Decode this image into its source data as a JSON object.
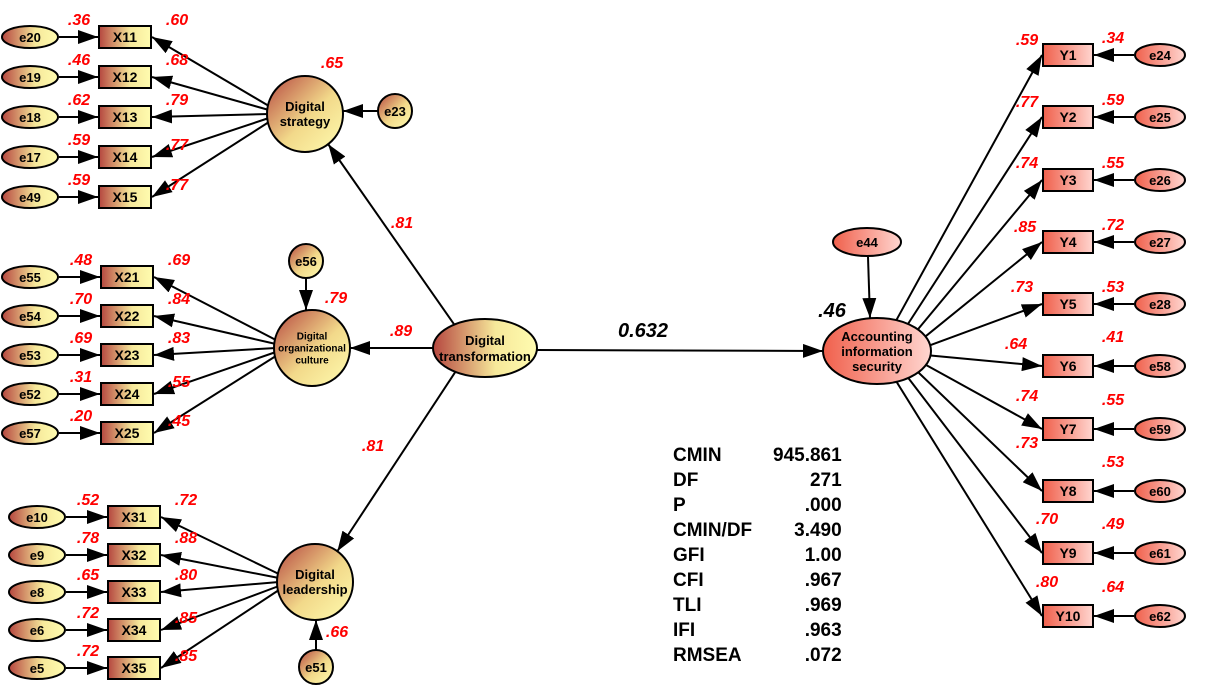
{
  "diagram": {
    "title": "Structural equation model",
    "colors": {
      "latent_left_dark": "#b5463f",
      "latent_left_light": "#fffcb0",
      "latent_right_dark": "#f0604c",
      "latent_right_light": "#ffd6d0",
      "coefficient": "#ff0000",
      "stroke": "#000000"
    },
    "exogenous": {
      "id": "DT",
      "label_lines": [
        "Digital",
        "transformation"
      ]
    },
    "endogenous": {
      "id": "AIS",
      "label_lines": [
        "Accounting",
        "information",
        "security"
      ],
      "r2": ".46",
      "disturbance": "e44"
    },
    "structural_path": {
      "from": "Digital transformation",
      "to": "Accounting information security",
      "coef": "0.632"
    },
    "second_order": [
      {
        "id": "DS",
        "label_lines": [
          "Digital",
          "strategy"
        ],
        "loading_from_dt": ".81",
        "r2": ".65",
        "disturbance": "e23",
        "indicators": [
          {
            "name": "X11",
            "error": "e20",
            "r2": ".36",
            "loading": ".60"
          },
          {
            "name": "X12",
            "error": "e19",
            "r2": ".46",
            "loading": ".68"
          },
          {
            "name": "X13",
            "error": "e18",
            "r2": ".62",
            "loading": ".79"
          },
          {
            "name": "X14",
            "error": "e17",
            "r2": ".59",
            "loading": ".77"
          },
          {
            "name": "X15",
            "error": "e49",
            "r2": ".59",
            "loading": ".77"
          }
        ]
      },
      {
        "id": "DOC",
        "label_lines": [
          "Digital",
          "organizational",
          "culture"
        ],
        "loading_from_dt": ".89",
        "r2": ".79",
        "disturbance": "e56",
        "indicators": [
          {
            "name": "X21",
            "error": "e55",
            "r2": ".48",
            "loading": ".69"
          },
          {
            "name": "X22",
            "error": "e54",
            "r2": ".70",
            "loading": ".84"
          },
          {
            "name": "X23",
            "error": "e53",
            "r2": ".69",
            "loading": ".83"
          },
          {
            "name": "X24",
            "error": "e52",
            "r2": ".31",
            "loading": ".55"
          },
          {
            "name": "X25",
            "error": "e57",
            "r2": ".20",
            "loading": ".45"
          }
        ]
      },
      {
        "id": "DL",
        "label_lines": [
          "Digital",
          "leadership"
        ],
        "loading_from_dt": ".81",
        "r2": ".66",
        "disturbance": "e51",
        "indicators": [
          {
            "name": "X31",
            "error": "e10",
            "r2": ".52",
            "loading": ".72"
          },
          {
            "name": "X32",
            "error": "e9",
            "r2": ".78",
            "loading": ".88"
          },
          {
            "name": "X33",
            "error": "e8",
            "r2": ".65",
            "loading": ".80"
          },
          {
            "name": "X34",
            "error": "e6",
            "r2": ".72",
            "loading": ".85"
          },
          {
            "name": "X35",
            "error": "e5",
            "r2": ".72",
            "loading": ".85"
          }
        ]
      }
    ],
    "ais_indicators": [
      {
        "name": "Y1",
        "error": "e24",
        "r2": ".34",
        "loading": ".59"
      },
      {
        "name": "Y2",
        "error": "e25",
        "r2": ".59",
        "loading": ".77"
      },
      {
        "name": "Y3",
        "error": "e26",
        "r2": ".55",
        "loading": ".74"
      },
      {
        "name": "Y4",
        "error": "e27",
        "r2": ".72",
        "loading": ".85"
      },
      {
        "name": "Y5",
        "error": "e28",
        "r2": ".53",
        "loading": ".73"
      },
      {
        "name": "Y6",
        "error": "e58",
        "r2": ".41",
        "loading": ".64"
      },
      {
        "name": "Y7",
        "error": "e59",
        "r2": ".55",
        "loading": ".74"
      },
      {
        "name": "Y8",
        "error": "e60",
        "r2": ".53",
        "loading": ".73"
      },
      {
        "name": "Y9",
        "error": "e61",
        "r2": ".49",
        "loading": ".70"
      },
      {
        "name": "Y10",
        "error": "e62",
        "r2": ".64",
        "loading": ".80"
      }
    ]
  },
  "fit_indices": [
    {
      "label": "CMIN",
      "value": "945.861"
    },
    {
      "label": "DF",
      "value": "271"
    },
    {
      "label": "P",
      "value": ".000"
    },
    {
      "label": "CMIN/DF",
      "value": "3.490"
    },
    {
      "label": "GFI",
      "value": "1.00"
    },
    {
      "label": "CFI",
      "value": ".967"
    },
    {
      "label": "TLI",
      "value": ".969"
    },
    {
      "label": "IFI",
      "value": ".963"
    },
    {
      "label": "RMSEA",
      "value": ".072"
    }
  ]
}
